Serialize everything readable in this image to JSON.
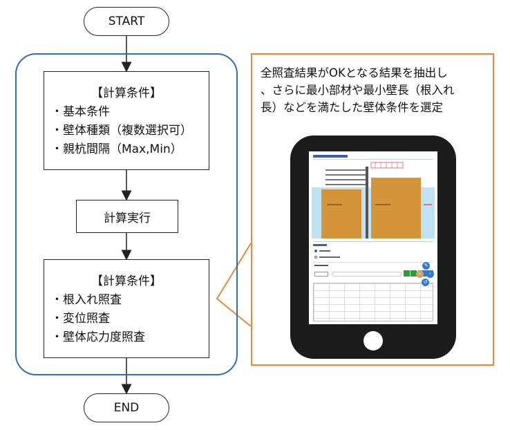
{
  "flow": {
    "start": "START",
    "end": "END",
    "box1": {
      "title": "【計算条件】",
      "items": [
        "基本条件",
        "壁体種類（複数選択可）",
        "親杭間隔（Max,Min）"
      ]
    },
    "run": "計算実行",
    "box2": {
      "title": "【計算条件】",
      "items": [
        "根入れ照査",
        "変位照査",
        "壁体応力度照査"
      ]
    }
  },
  "callout": {
    "lines": [
      "全照査結果がOKとなる結果を抽出し",
      "、さらに最小部材や最小壁長（根入れ",
      "長）などを満たした壁体条件を選定"
    ]
  },
  "colors": {
    "group_border": "#2f6fb0",
    "callout_border": "#e8863a",
    "soil": "#d4943a",
    "water": "#bfe3f3"
  },
  "icons": [
    "edit-icon",
    "chevron-left-icon",
    "chevron-right-icon",
    "reset-icon"
  ]
}
